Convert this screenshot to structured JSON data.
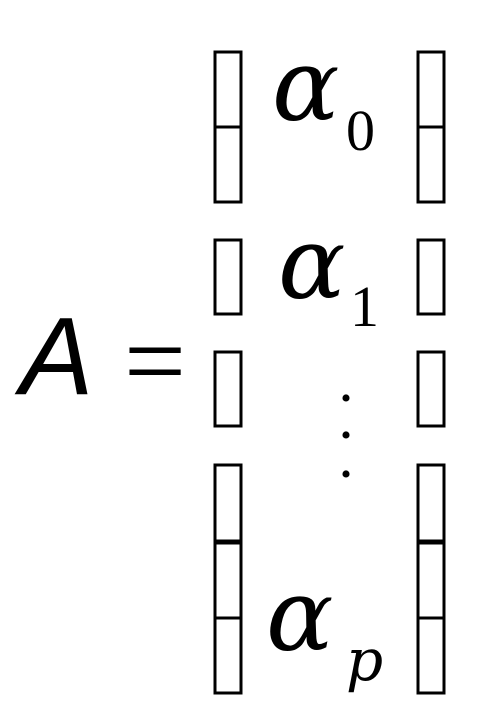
{
  "formula": {
    "lhs_symbol": "A",
    "equals_sign": "=",
    "entries": [
      {
        "symbol": "α",
        "subscript": "0"
      },
      {
        "symbol": "α",
        "subscript": "1"
      },
      {
        "symbol": "α",
        "subscript": "p"
      }
    ],
    "vertical_ellipsis_dots": [
      "•",
      "•",
      "•"
    ]
  },
  "colors": {
    "ink": "#000000",
    "background": "#ffffff"
  }
}
